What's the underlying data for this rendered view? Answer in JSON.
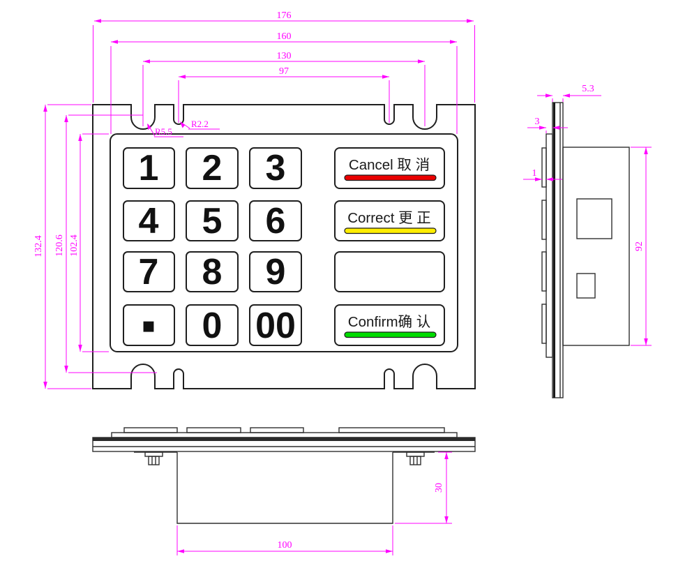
{
  "colors": {
    "dimension": "#FF00FF",
    "outline": "#2f2f2f",
    "cancel_bar": "#EA0000",
    "correct_bar": "#FFEE00",
    "confirm_bar": "#00DC00",
    "key_fill": "#FFFFFF",
    "background": "#FFFFFF"
  },
  "front_view": {
    "number_keys": [
      "1",
      "2",
      "3",
      "4",
      "5",
      "6",
      "7",
      "8",
      "9",
      "▪",
      "0",
      "00"
    ],
    "function_keys": [
      {
        "label": "Cancel 取 消",
        "bar": "red"
      },
      {
        "label": "Correct 更 正",
        "bar": "yellow"
      },
      {
        "label": "",
        "bar": "none"
      },
      {
        "label": "Confirm确 认",
        "bar": "green"
      }
    ],
    "dims": {
      "width_overall": "176",
      "width_bezel": "160",
      "notch_span_outer": "130",
      "notch_span_inner": "97",
      "height_overall": "132.4",
      "height_mid": "120.6",
      "height_bezel": "102.4",
      "radius_large_notch": "R5.5",
      "radius_small_notch": "R2.2"
    }
  },
  "side_view": {
    "dims": {
      "depth_total": "5.3",
      "bezel_thickness": "3",
      "key_protrusion": "1",
      "body_height": "92"
    }
  },
  "bottom_view": {
    "dims": {
      "body_depth": "30",
      "body_width": "100"
    }
  }
}
